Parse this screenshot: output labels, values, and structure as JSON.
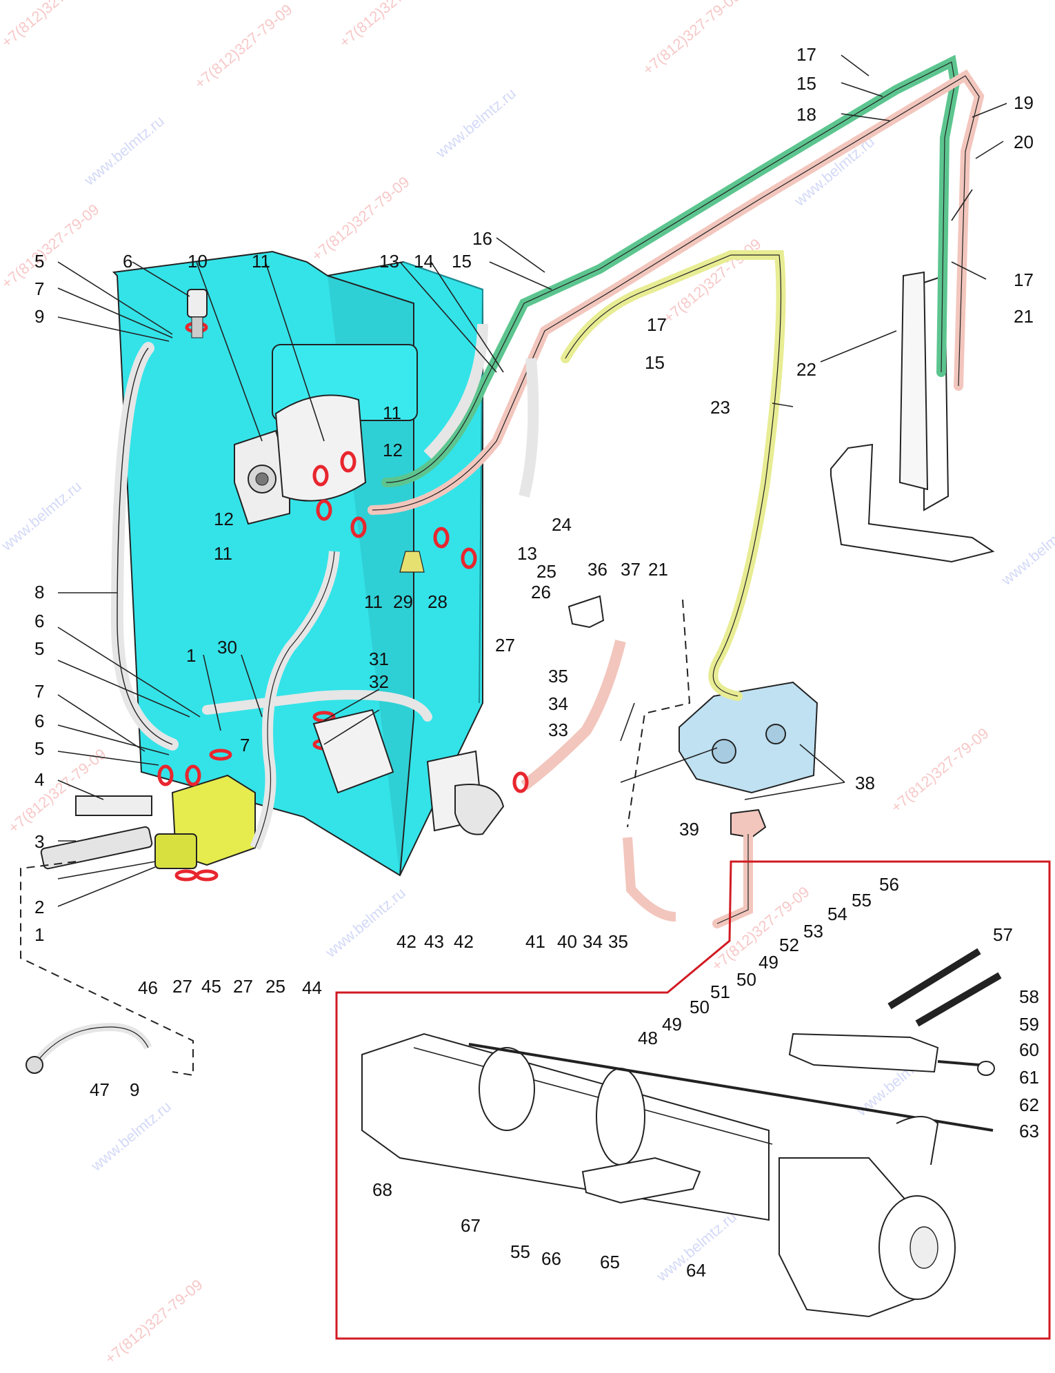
{
  "watermarks": {
    "site": "www.belmtz.ru",
    "phone": "+7(812)327-79-09"
  },
  "callouts": {
    "c1": "1",
    "c2": "2",
    "c3": "3",
    "c4": "4",
    "c5": "5",
    "c6": "6",
    "c7": "7",
    "c8": "8",
    "c9": "9",
    "c10": "10",
    "c11": "11",
    "c12": "12",
    "c13": "13",
    "c14": "14",
    "c15": "15",
    "c16": "16",
    "c17": "17",
    "c18": "18",
    "c19": "19",
    "c20": "20",
    "c21": "21",
    "c22": "22",
    "c23": "23",
    "c24": "24",
    "c25": "25",
    "c26": "26",
    "c27": "27",
    "c28": "28",
    "c29": "29",
    "c30": "30",
    "c31": "31",
    "c32": "32",
    "c33": "33",
    "c34": "34",
    "c35": "35",
    "c36": "36",
    "c37": "37",
    "c38": "38",
    "c39": "39",
    "c40": "40",
    "c41": "41",
    "c42": "42",
    "c43": "43",
    "c44": "44",
    "c45": "45",
    "c46": "46",
    "c47": "47",
    "c48": "48",
    "c49": "49",
    "c50": "50",
    "c51": "51",
    "c52": "52",
    "c53": "53",
    "c54": "54",
    "c55": "55",
    "c56": "56",
    "c57": "57",
    "c58": "58",
    "c59": "59",
    "c60": "60",
    "c61": "61",
    "c62": "62",
    "c63": "63",
    "c64": "64",
    "c65": "65",
    "c66": "66",
    "c67": "67",
    "c68": "68"
  },
  "colors": {
    "tank": "#33e3e8",
    "line_green": "#5cc58f",
    "line_pink": "#f2c6bd",
    "line_yellow": "#e8ec93",
    "valve_yellow": "#e6ec4e",
    "motor_blue": "#bfe1f2",
    "seal_red": "#e8262e",
    "inset_frame": "#d11a22"
  }
}
